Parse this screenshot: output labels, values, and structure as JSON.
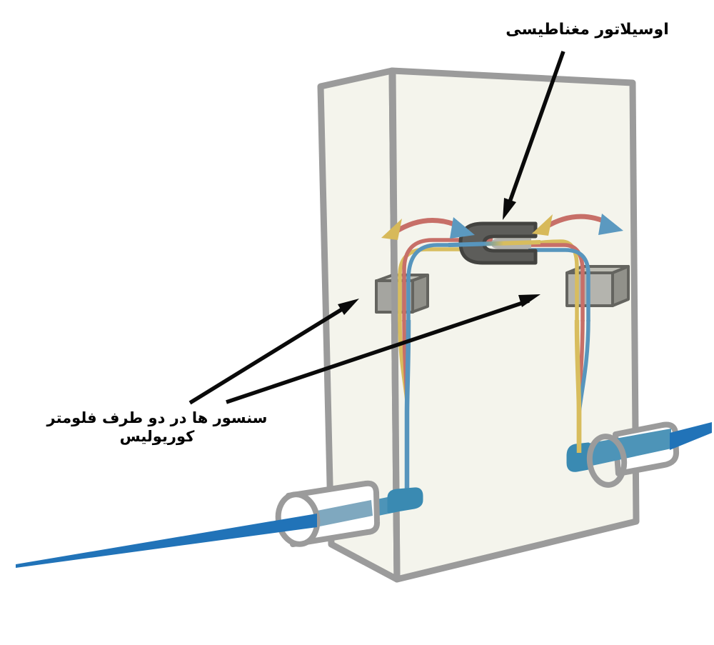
{
  "page": {
    "background": "#ffffff",
    "description_names": {
      "diagram": "coriolis-flowmeter-diagram",
      "housing": "flowmeter-housing-box",
      "inlet": "inlet-pipe",
      "outlet": "outlet-pipe",
      "left_sensor": "left-sensor",
      "right_sensor": "right-sensor",
      "oscillator": "magnetic-oscillator",
      "tubes": "vibrating-flow-tube",
      "oscillation_arrows": "oscillation-direction-arrows"
    }
  },
  "labels": {
    "oscillator": "اوسیلاتور مغناطیسی",
    "sensors": "سنسور ها در دو طرف فلومتر کوریولیس"
  },
  "colors": {
    "page_background": "#ffffff",
    "box_fill": "#f4f4ec",
    "box_outline": "#9b9b9b",
    "tube_blue": "#5795bd",
    "tube_red": "#c76f68",
    "tube_yellow": "#d8bd5e",
    "pipe_dark_blue": "#2173b8",
    "pipe_mid_blue": "#4d94b8",
    "pipe_light_blue": "#7fa8bf",
    "pipe_elbow_blue": "#3a8ab2",
    "sensor_front": "#a5a5a0",
    "sensor_front_light": "#b4b4ae",
    "sensor_top": "#bcbcb4",
    "sensor_side": "#91918a",
    "sensor_outline": "#64645f",
    "oscillator_body": "#5d5d5a",
    "oscillator_outline": "#434340",
    "oscillator_inner": "#b3b3ae",
    "arrowhead_yellow": "#d7b95a",
    "arrowhead_blue": "#5b99c0",
    "annotation_black": "#0a0a0a"
  }
}
